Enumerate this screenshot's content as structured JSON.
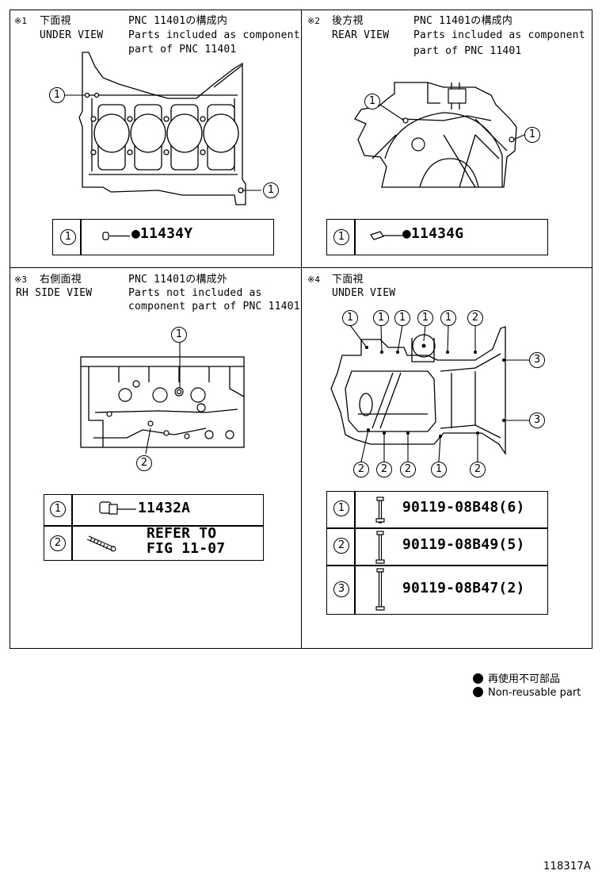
{
  "panels": {
    "p1": {
      "mark": "※1",
      "view_jp": "下面視",
      "view_en": "UNDER VIEW",
      "note_jp": "PNC 11401の構成内",
      "note_en1": "Parts included as component",
      "note_en2": "part of PNC 11401",
      "callout": "1",
      "table": [
        {
          "num": "1",
          "part": "●11434Y"
        }
      ]
    },
    "p2": {
      "mark": "※2",
      "view_jp": "後方視",
      "view_en": "REAR VIEW",
      "note_jp": "PNC 11401の構成内",
      "note_en1": "Parts included as component",
      "note_en2": "part of PNC 11401",
      "callout": "1",
      "table": [
        {
          "num": "1",
          "part": "●11434G"
        }
      ]
    },
    "p3": {
      "mark": "※3",
      "view_jp": "右側面視",
      "view_en": "RH SIDE VIEW",
      "note_jp": "PNC 11401の構成外",
      "note_en1": "Parts not included as",
      "note_en2": "component part of PNC 11401",
      "callouts": [
        "1",
        "2"
      ],
      "table": [
        {
          "num": "1",
          "part": "11432A"
        },
        {
          "num": "2",
          "part_l1": "REFER TO",
          "part_l2": "FIG 11-07"
        }
      ]
    },
    "p4": {
      "mark": "※4",
      "view_jp": "下面視",
      "view_en": "UNDER VIEW",
      "callouts_top": [
        "1",
        "1",
        "1",
        "1",
        "1",
        "2"
      ],
      "callouts_right": [
        "3",
        "3"
      ],
      "callouts_bottom": [
        "2",
        "2",
        "2",
        "1",
        "2"
      ],
      "table": [
        {
          "num": "1",
          "part": "90119-08B48(6)"
        },
        {
          "num": "2",
          "part": "90119-08B49(5)"
        },
        {
          "num": "3",
          "part": "90119-08B47(2)"
        }
      ]
    }
  },
  "legend": {
    "jp": "再使用不可部品",
    "en": "Non-reusable part"
  },
  "figure_id": "118317A"
}
